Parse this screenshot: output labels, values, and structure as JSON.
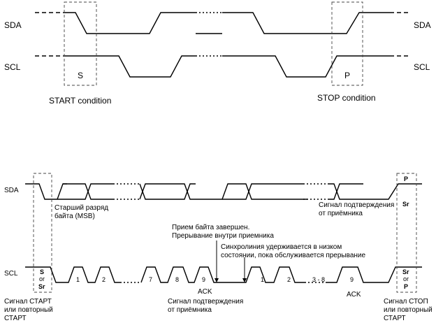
{
  "top": {
    "sda_left": "SDA",
    "sda_right": "SDA",
    "scl_left": "SCL",
    "scl_right": "SCL",
    "start_mark": "S",
    "stop_mark": "P",
    "start_caption": "START condition",
    "stop_caption": "STOP condition"
  },
  "bottom": {
    "sda_label": "SDA",
    "scl_label": "SCL",
    "msb_note": [
      "Старший разряд",
      "байта (MSB)"
    ],
    "ack_from_receiver_right": [
      "Сигнал подтверждения",
      "от приёмника"
    ],
    "byte_received_note": [
      "Прием байта завершен.",
      "Прерывание внутри приемника"
    ],
    "clock_hold_note": [
      "Синхролиния удерживается в низком",
      "состоянии, пока обслуживается прерывание"
    ],
    "start_box": [
      "S",
      "or",
      "Sr"
    ],
    "stop_box_sda": [
      "P",
      "Sr"
    ],
    "stop_box_scl": [
      "Sr",
      "or",
      "P"
    ],
    "clock_numbers": [
      "1",
      "2",
      "7",
      "8",
      "9",
      "1",
      "2",
      "3 - 8",
      "9"
    ],
    "ack_left": "ACK",
    "ack_right": "ACK",
    "ack_caption_center": [
      "Сигнал подтверждения",
      "от приёмника"
    ],
    "start_caption": [
      "Сигнал СТАРТ",
      "или повторный",
      "СТАРТ"
    ],
    "stop_caption": [
      "Сигнал СТОП",
      "или повторный",
      "СТАРТ"
    ]
  }
}
